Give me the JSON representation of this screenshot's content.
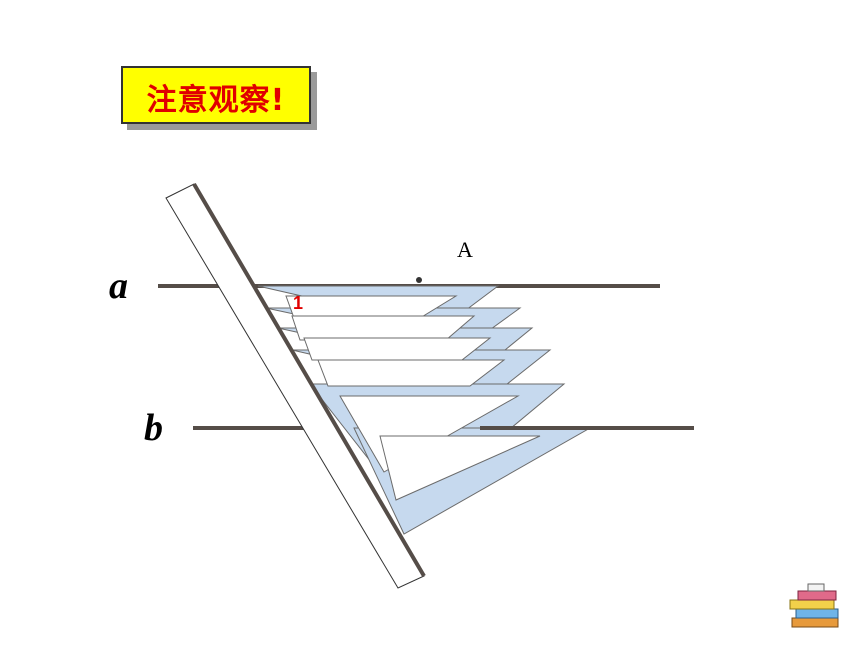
{
  "title": "注意观察!",
  "lines": {
    "a_label": "a",
    "b_label": "b"
  },
  "point_label": "A",
  "angle_label": "1",
  "colors": {
    "title_bg": "#ffff00",
    "title_text": "#e00000",
    "line": "#554d48",
    "triangle_fill": "#c6d9ee",
    "angle_label": "#e00000"
  },
  "icons": [
    "books-icon"
  ]
}
